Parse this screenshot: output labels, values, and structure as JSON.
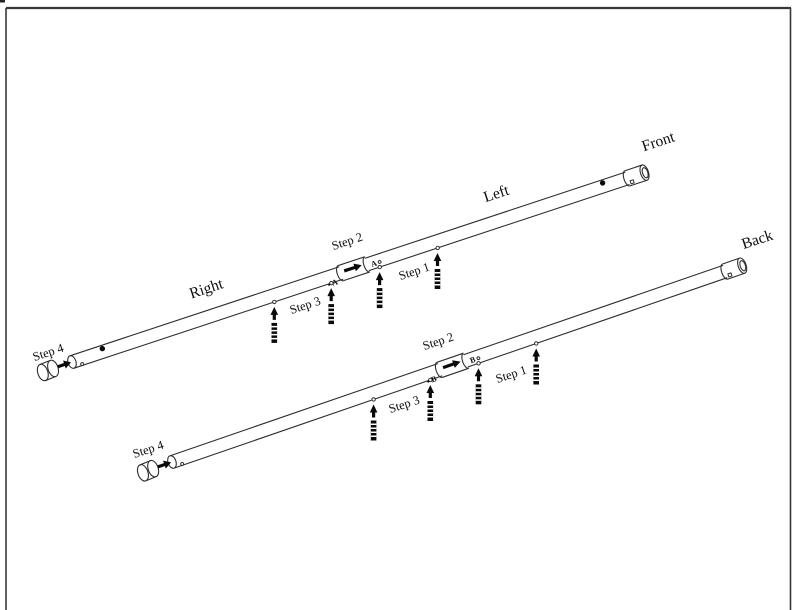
{
  "page": {
    "background": "#ffffff",
    "border_color": "#383838",
    "line_color": "#2e2e2e",
    "ink_color": "#0a0a0a"
  },
  "diagram": {
    "type": "pole-assembly-instructions",
    "rails": [
      {
        "id": "front-rail",
        "end_label": "Front",
        "left_section_label": "Right",
        "right_section_label": "Left",
        "joint_marker": "A",
        "step_labels": [
          "Step 1",
          "Step 2",
          "Step 3",
          "Step 4"
        ]
      },
      {
        "id": "back-rail",
        "end_label": "Back",
        "joint_marker": "B",
        "step_labels": [
          "Step 1",
          "Step 2",
          "Step 3",
          "Step 4"
        ]
      }
    ]
  }
}
